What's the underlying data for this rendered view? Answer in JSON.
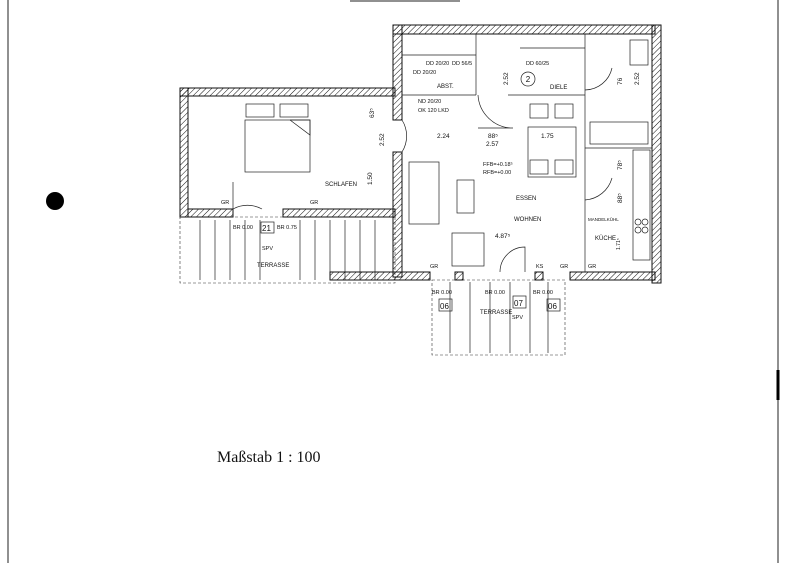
{
  "plan": {
    "rooms": {
      "abst": "ABST.",
      "diele": "DIELE",
      "schlafen": "SCHLAFEN",
      "essen": "ESSEN",
      "wohnen": "WOHNEN",
      "kueche": "KÜCHE",
      "terrasse_left": "TERRASSE",
      "terrasse_bottom": "TERRASSE",
      "mantelkuehl": "MANDELKÜHL"
    },
    "unit_number": "2",
    "dimensions": {
      "d224": "2.24",
      "d885": "88⁵",
      "d257": "2.57",
      "d175": "1.75",
      "d4875": "4.87⁵",
      "d150": "1.50",
      "d252a": "2.52",
      "d252b": "2.52",
      "d252c": "2.52",
      "d635": "63⁵",
      "d885b": "88⁵",
      "d785": "78⁵",
      "d76": "76",
      "d171": "1.71⁵"
    },
    "marks": {
      "gr1": "GR",
      "gr2": "GR",
      "gr3": "GR",
      "gr4": "GR",
      "gr5": "GR",
      "ks": "KS",
      "br1": "BR 0.00",
      "br2": "BR 0.75",
      "br3": "BR 0.00",
      "br4": "BR 0.00",
      "br5": "BR 0.00",
      "w21": "21",
      "w06a": "06",
      "w07": "07",
      "w06b": "06",
      "spv1": "SPV",
      "spv2": "SPV",
      "dd1": "DD 20/20",
      "dd2": "DD 56/5",
      "dd3": "DD 20/20",
      "dd4": "DD 60/25",
      "nd": "ND 20/20",
      "ok": "OK 120 LKD",
      "level1": "FFB=+0.18⁵",
      "level2": "RFB=+0.00"
    }
  },
  "scale_label": "Maßstab 1 : 100"
}
